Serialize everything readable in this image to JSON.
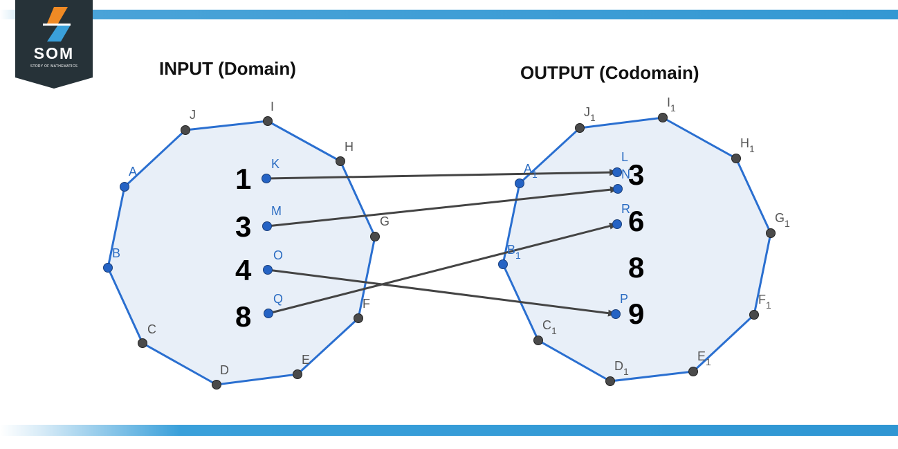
{
  "logo": {
    "text": "SOM",
    "subtext": "STORY OF MATHEMATICS",
    "colors": {
      "bg": "#263238",
      "orange": "#f08a24",
      "blue": "#3aa0da"
    }
  },
  "headings": {
    "input": "INPUT (Domain)",
    "output": "OUTPUT (Codomain)"
  },
  "domain": {
    "vertices": [
      "J",
      "I",
      "H",
      "A",
      "G",
      "B",
      "F",
      "C",
      "E",
      "D"
    ],
    "points": [
      {
        "label": "K",
        "value": "1"
      },
      {
        "label": "M",
        "value": "3"
      },
      {
        "label": "O",
        "value": "4"
      },
      {
        "label": "Q",
        "value": "8"
      }
    ]
  },
  "codomain": {
    "vertices": [
      "J",
      "I",
      "H",
      "A",
      "G",
      "B",
      "F",
      "C",
      "E",
      "D"
    ],
    "vertex_subscript": "1",
    "points": [
      "L",
      "N",
      "R",
      "P"
    ],
    "values": [
      "3",
      "6",
      "8",
      "9"
    ]
  },
  "mappings": [
    {
      "from": "K",
      "to": "L"
    },
    {
      "from": "M",
      "to": "N"
    },
    {
      "from": "O",
      "to": "P"
    },
    {
      "from": "Q",
      "to": "R"
    }
  ],
  "colors": {
    "polygon_fill": "#e8eff8",
    "polygon_edge": "#2a6fd0",
    "point": "#2563c4",
    "vertex": "#4a4a4a",
    "arrow": "#444444",
    "bar": "#3398d3"
  }
}
